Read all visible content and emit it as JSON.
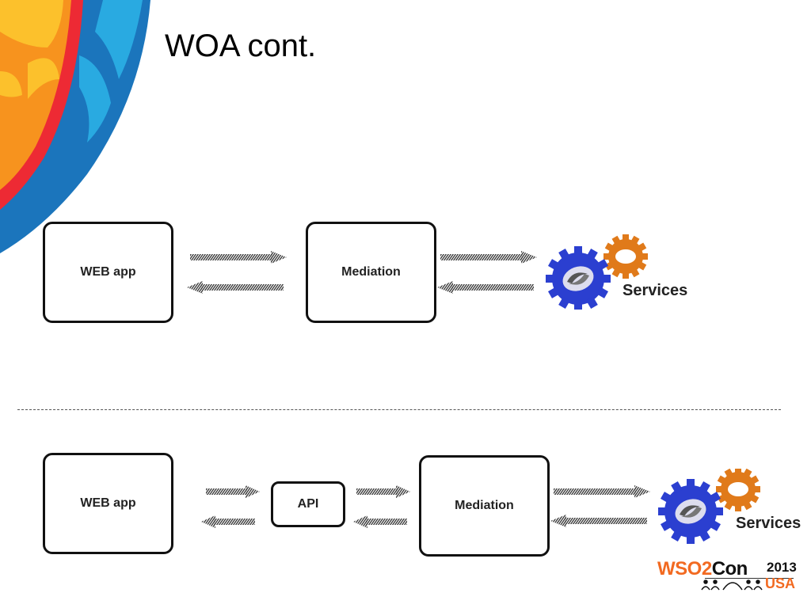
{
  "slide": {
    "title": "WOA cont."
  },
  "diagram_top": {
    "web_app_label": "WEB app",
    "mediation_label": "Mediation",
    "services_label": "Services"
  },
  "diagram_bottom": {
    "web_app_label": "WEB app",
    "api_label": "API",
    "mediation_label": "Mediation",
    "services_label": "Services"
  },
  "logo": {
    "brand_part1": "WSO2",
    "brand_part2": "Con",
    "year": "2013",
    "location": "USA"
  },
  "colors": {
    "brand_orange": "#f26a21",
    "gear_blue": "#2b3fd0",
    "gear_orange": "#e07a1a",
    "deco_blue": "#1b75bc",
    "deco_lightblue": "#29aae1",
    "deco_red": "#ed2a34",
    "deco_orange": "#f7931e",
    "deco_yellow": "#fcc12c"
  }
}
